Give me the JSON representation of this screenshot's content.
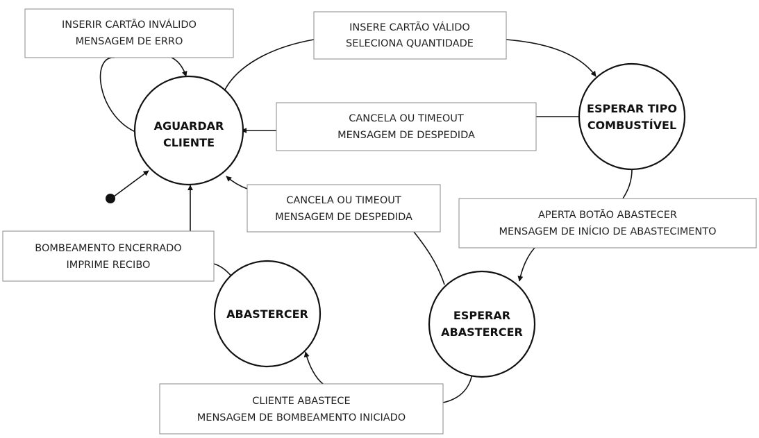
{
  "states": {
    "aguardar": {
      "line1": "AGUARDAR",
      "line2": "CLIENTE"
    },
    "esperar_tipo": {
      "line1": "ESPERAR TIPO",
      "line2": "COMBUSTÍVEL"
    },
    "esperar_abastecer": {
      "line1": "ESPERAR",
      "line2": "ABASTERCER"
    },
    "abastecer": {
      "line1": "ABASTERCER"
    }
  },
  "transitions": {
    "invalid_card": {
      "line1": "INSERIR CARTÃO INVÁLIDO",
      "line2": "MENSAGEM DE ERRO"
    },
    "valid_card": {
      "line1": "INSERE CARTÃO VÁLIDO",
      "line2": "SELECIONA QUANTIDADE"
    },
    "cancel_from_tipo": {
      "line1": "CANCELA OU TIMEOUT",
      "line2": "MENSAGEM DE DESPEDIDA"
    },
    "cancel_from_esperar": {
      "line1": "CANCELA OU TIMEOUT",
      "line2": "MENSAGEM DE DESPEDIDA"
    },
    "press_button": {
      "line1": "APERTA BOTÃO ABASTECER",
      "line2": "MENSAGEM DE INÍCIO DE ABASTECIMENTO"
    },
    "client_pumps": {
      "line1": "CLIENTE ABASTECE",
      "line2": "MENSAGEM DE BOMBEAMENTO INICIADO"
    },
    "pumping_done": {
      "line1": "BOMBEAMENTO ENCERRADO",
      "line2": "IMPRIME RECIBO"
    }
  }
}
